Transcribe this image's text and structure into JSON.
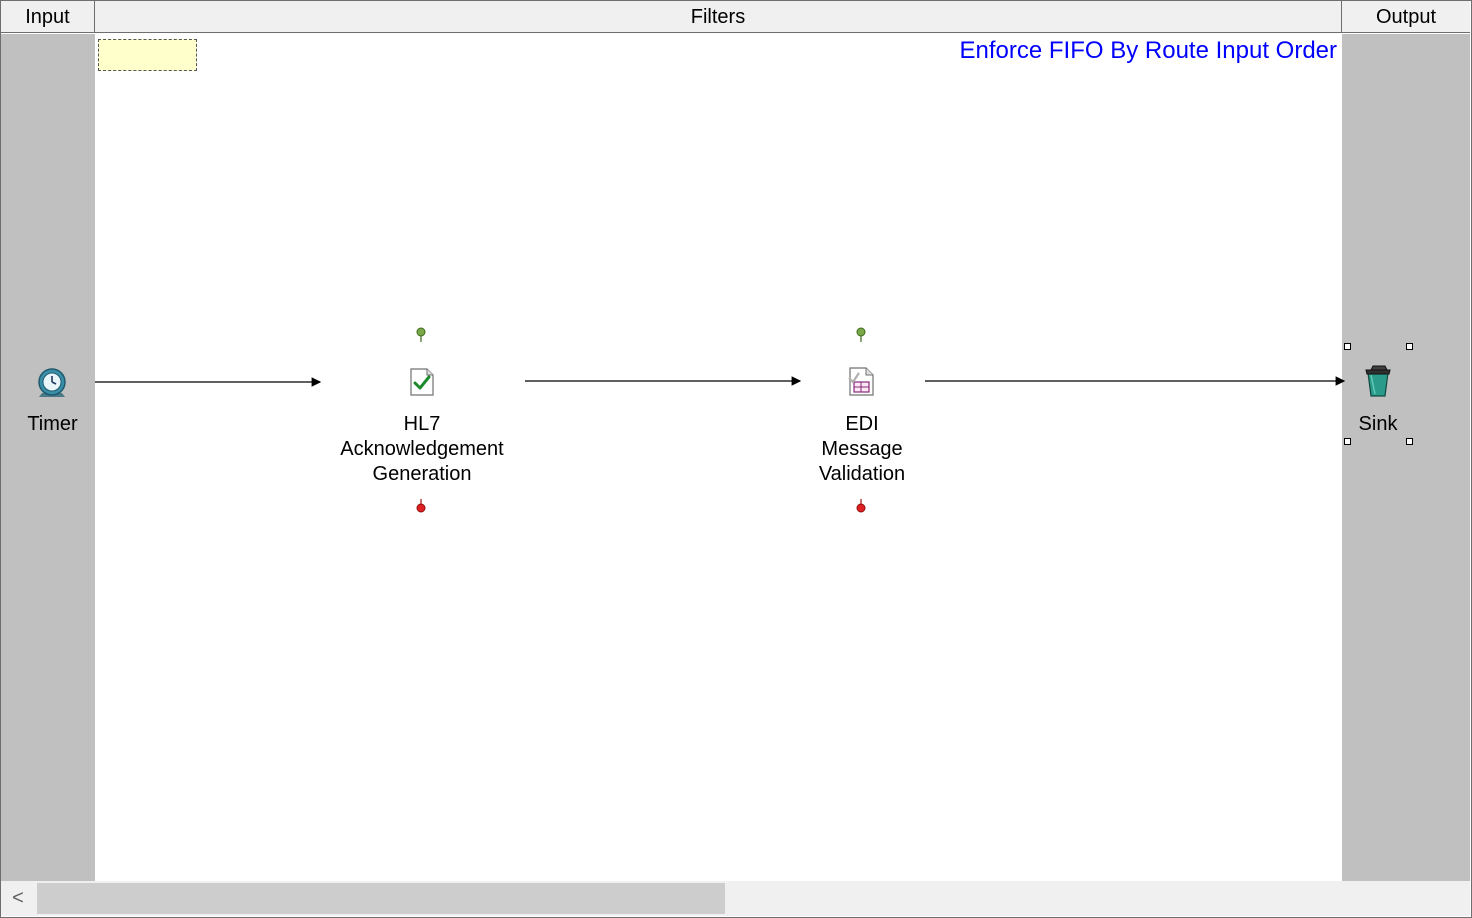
{
  "headers": {
    "input": "Input",
    "filters": "Filters",
    "output": "Output"
  },
  "route": {
    "title": "Enforce FIFO By Route Input Order",
    "title_color": "#0000ff",
    "note_color": "#ffffcc"
  },
  "nodes": {
    "timer": {
      "label": "Timer",
      "icon": "timer-icon"
    },
    "hl7": {
      "label_lines": [
        "HL7",
        "Acknowledgement",
        "Generation"
      ],
      "icon": "checkmark-document-icon"
    },
    "edi": {
      "label_lines": [
        "EDI",
        "Message",
        "Validation"
      ],
      "icon": "document-validation-icon"
    },
    "sink": {
      "label": "Sink",
      "icon": "trash-bin-icon"
    }
  },
  "colors": {
    "panel_gray": "#c0c0c0",
    "success_port": "#6a9a3a",
    "error_port": "#e02020"
  },
  "scrollbar": {
    "left_arrow": "<"
  }
}
